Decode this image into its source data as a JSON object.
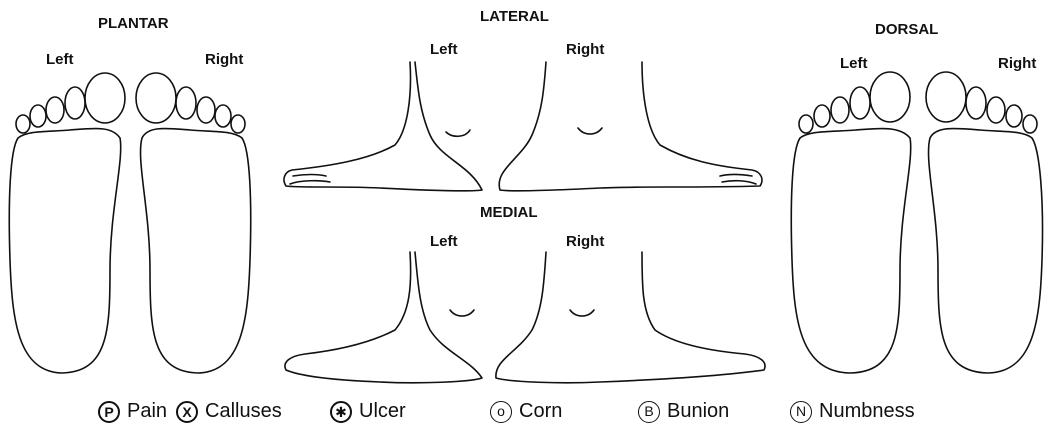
{
  "sections": {
    "plantar": {
      "title": "PLANTAR",
      "left": "Left",
      "right": "Right"
    },
    "lateral": {
      "title": "LATERAL",
      "left": "Left",
      "right": "Right"
    },
    "medial": {
      "title": "MEDIAL",
      "left": "Left",
      "right": "Right"
    },
    "dorsal": {
      "title": "DORSAL",
      "left": "Left",
      "right": "Right"
    }
  },
  "legend": [
    {
      "symbol": "P",
      "label": "Pain"
    },
    {
      "symbol": "X",
      "label": "Calluses"
    },
    {
      "symbol": "✱",
      "label": "Ulcer"
    },
    {
      "symbol": "o",
      "label": "Corn"
    },
    {
      "symbol": "B",
      "label": "Bunion"
    },
    {
      "symbol": "N",
      "label": "Numbness"
    }
  ]
}
